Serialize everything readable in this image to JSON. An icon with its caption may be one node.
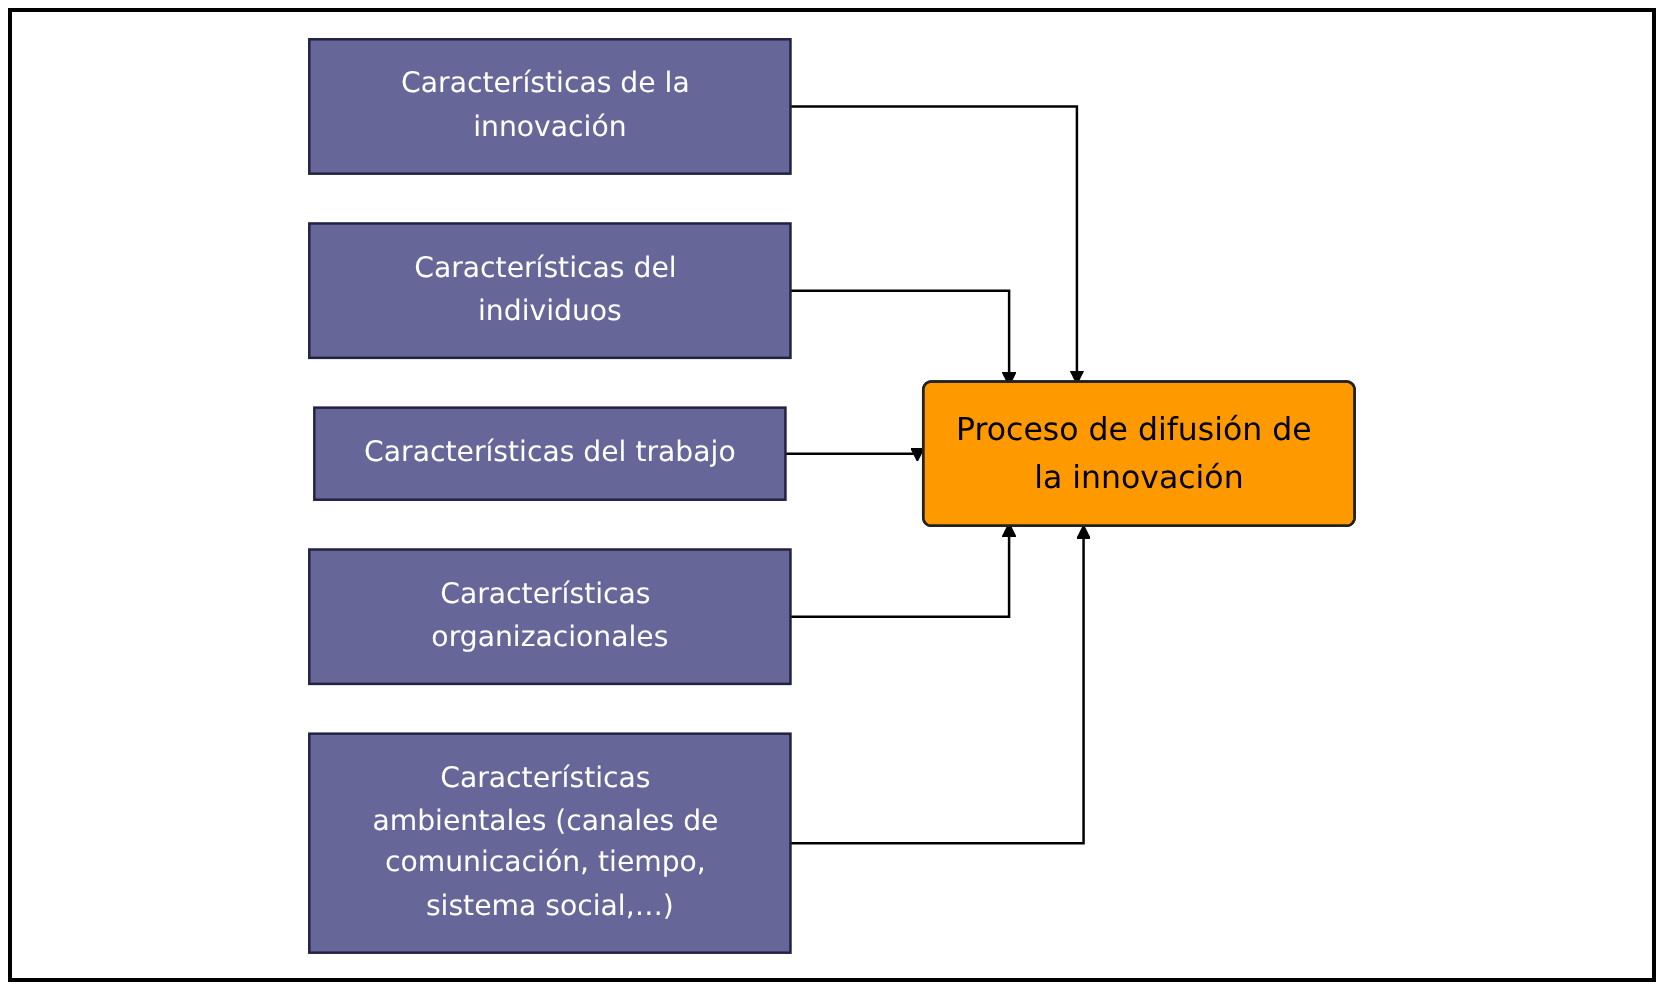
{
  "diagram": {
    "nodes": [
      {
        "text": [
          "Características de la innovación"
        ]
      },
      {
        "text": [
          "Características del individuos"
        ]
      },
      {
        "text": [
          "Características del trabajo"
        ]
      },
      {
        "text": [
          "Proceso de difusión de la innovación"
        ]
      },
      {
        "text": [
          "Características ambientales (canales de comunicación, tiempo, sistema social,…)"
        ]
      },
      {
        "text": [
          "Características organizacionales"
        ]
      }
    ],
    "edges": [
      {
        "from": 0,
        "to": 3,
        "arrow": "to"
      },
      {
        "from": 1,
        "to": 3,
        "arrow": "to"
      },
      {
        "from": 2,
        "to": 3,
        "arrow": "to"
      },
      {
        "from": 5,
        "to": 3,
        "arrow": "to"
      },
      {
        "from": 4,
        "to": 3,
        "arrow": "to"
      }
    ]
  }
}
